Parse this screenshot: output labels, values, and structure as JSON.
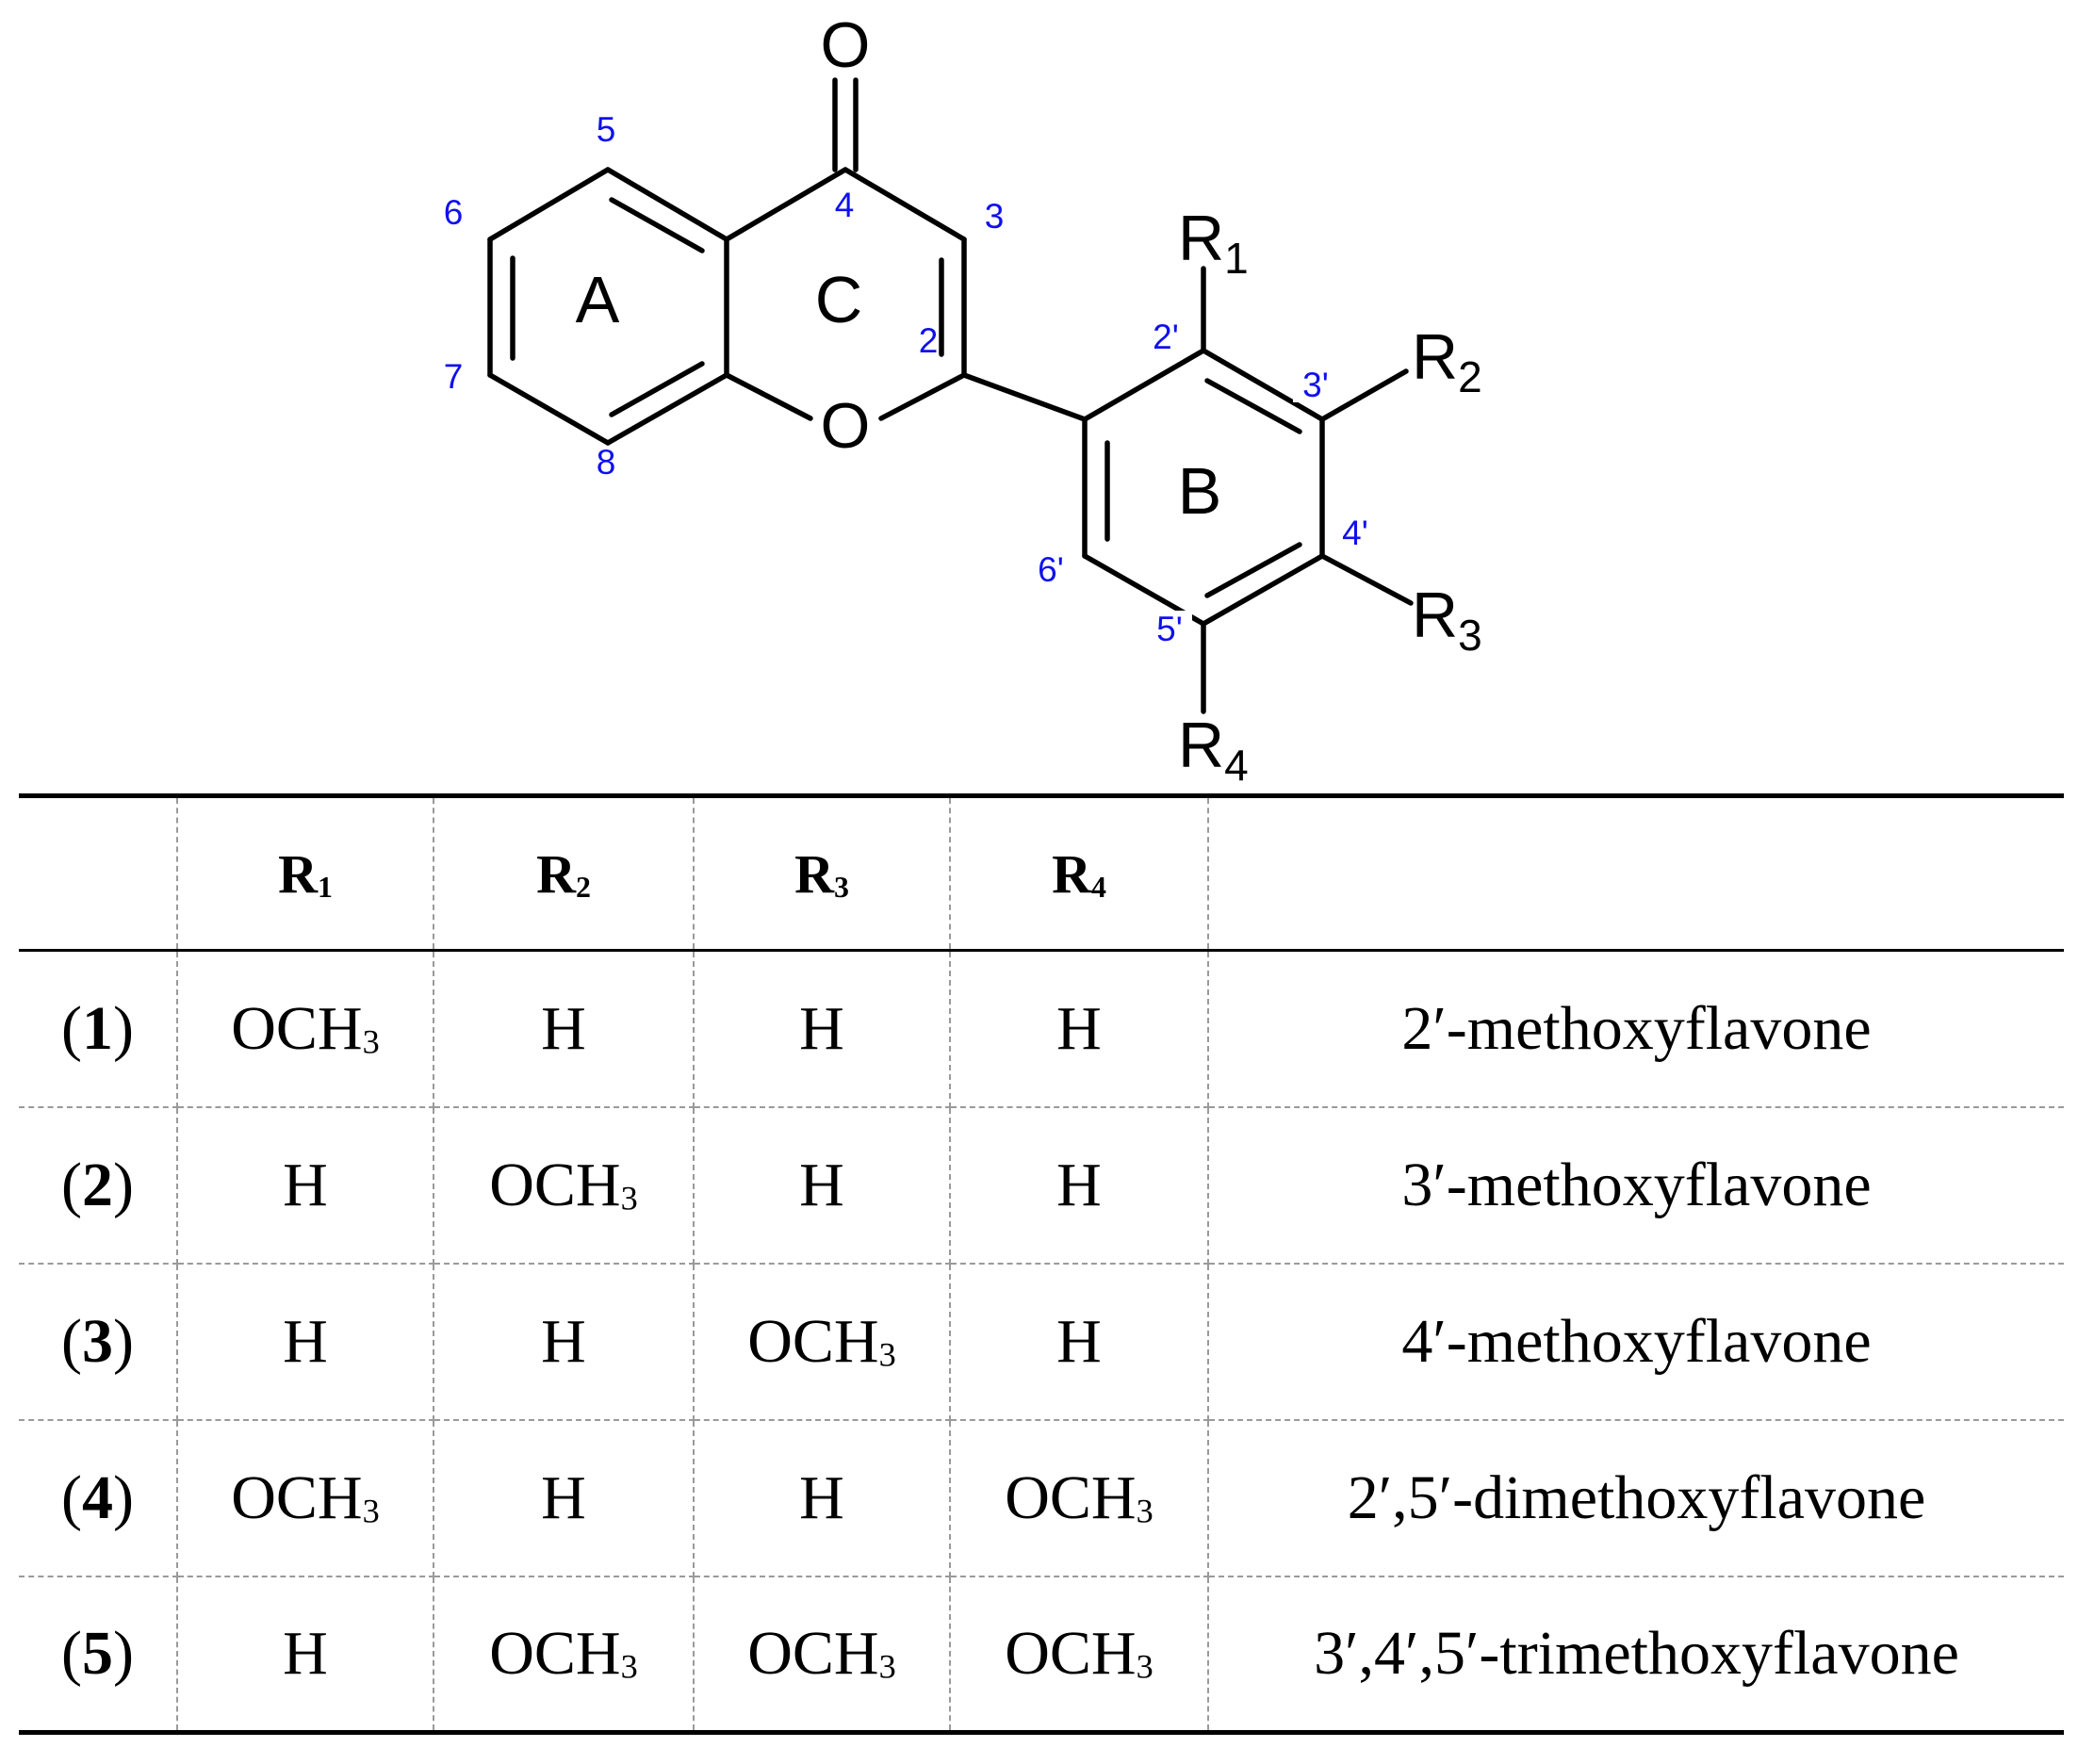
{
  "structure": {
    "atoms": {
      "carbonyl_oxygen": "O",
      "ring_oxygen": "O"
    },
    "rings": {
      "a": "A",
      "b": "B",
      "c": "C"
    },
    "substituents": [
      {
        "id": "r1",
        "base": "R",
        "sub": "1"
      },
      {
        "id": "r2",
        "base": "R",
        "sub": "2"
      },
      {
        "id": "r3",
        "base": "R",
        "sub": "3"
      },
      {
        "id": "r4",
        "base": "R",
        "sub": "4"
      }
    ],
    "positions": {
      "p2": "2",
      "p3": "3",
      "p4": "4",
      "p5": "5",
      "p6": "6",
      "p7": "7",
      "p8": "8",
      "p2p": "2'",
      "p3p": "3'",
      "p4p": "4'",
      "p5p": "5'",
      "p6p": "6'"
    },
    "colors": {
      "bonds": "#000000",
      "position_numbers": "#1010ee"
    }
  },
  "table": {
    "headers": [
      {
        "text": "",
        "sub": ""
      },
      {
        "text": "R",
        "sub": "1"
      },
      {
        "text": "R",
        "sub": "2"
      },
      {
        "text": "R",
        "sub": "3"
      },
      {
        "text": "R",
        "sub": "4"
      },
      {
        "text": "",
        "sub": ""
      }
    ],
    "rows": [
      {
        "num": "1",
        "r1": "OCH",
        "r1_sub": "3",
        "r2": "H",
        "r2_sub": "",
        "r3": "H",
        "r3_sub": "",
        "r4": "H",
        "r4_sub": "",
        "name": "2′-methoxyflavone"
      },
      {
        "num": "2",
        "r1": "H",
        "r1_sub": "",
        "r2": "OCH",
        "r2_sub": "3",
        "r3": "H",
        "r3_sub": "",
        "r4": "H",
        "r4_sub": "",
        "name": "3′-methoxyflavone"
      },
      {
        "num": "3",
        "r1": "H",
        "r1_sub": "",
        "r2": "H",
        "r2_sub": "",
        "r3": "OCH",
        "r3_sub": "3",
        "r4": "H",
        "r4_sub": "",
        "name": "4′-methoxyflavone"
      },
      {
        "num": "4",
        "r1": "OCH",
        "r1_sub": "3",
        "r2": "H",
        "r2_sub": "",
        "r3": "H",
        "r3_sub": "",
        "r4": "OCH",
        "r4_sub": "3",
        "name": "2′,5′-dimethoxyflavone"
      },
      {
        "num": "5",
        "r1": "H",
        "r1_sub": "",
        "r2": "OCH",
        "r2_sub": "3",
        "r3": "OCH",
        "r3_sub": "3",
        "r4": "OCH",
        "r4_sub": "3",
        "name": "3′,4′,5′-trimethoxyflavone"
      }
    ]
  }
}
